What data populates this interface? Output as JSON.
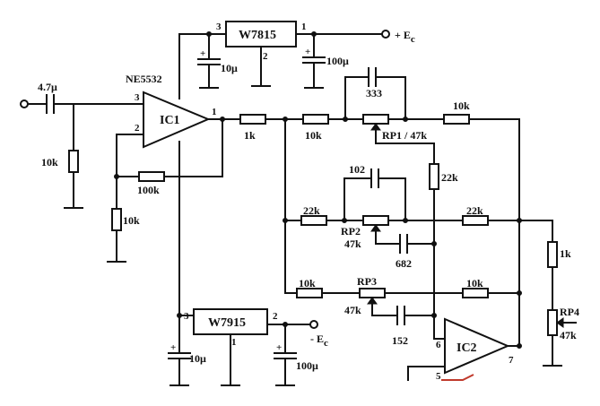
{
  "labels": {
    "chip": "NE5532",
    "ic1": "IC1",
    "ic2": "IC2",
    "reg_pos": "W7815",
    "reg_neg": "W7915",
    "ec_pos": "+ E",
    "ec_neg": "- E",
    "ec_sub": "c",
    "c_in": "4.7μ",
    "r_in_gnd": "10k",
    "r_fb": "100k",
    "r_gnd": "10k",
    "r_1k_out": "1k",
    "r_10k_top": "10k",
    "c_333": "333",
    "rp1": "RP1 / 47k",
    "r_10k_top_right": "10k",
    "r_22k_vert": "22k",
    "c_102": "102",
    "r_22k_mid_left": "22k",
    "rp2": "RP2",
    "rp2_val": "47k",
    "c_682": "682",
    "r_22k_mid_right": "22k",
    "r_1k_right": "1k",
    "r_10k_low_left": "10k",
    "rp3": "RP3",
    "rp3_val": "47k",
    "r_10k_low_right": "10k",
    "c_152": "152",
    "rp4": "RP4",
    "rp4_val": "47k",
    "c_10u_pos": "10μ",
    "c_100u_pos": "100μ",
    "c_10u_neg": "10μ",
    "c_100u_neg": "100μ"
  },
  "pins": {
    "ic1_in_plus": "3",
    "ic1_in_minus": "2",
    "ic1_out": "1",
    "reg_pos_in": "3",
    "reg_pos_out": "1",
    "reg_pos_gnd": "2",
    "reg_neg_in": "3",
    "reg_neg_out": "2",
    "reg_neg_gnd": "1",
    "ic2_in": "6",
    "ic2_in_plus": "5",
    "ic2_out": "7"
  },
  "polarity": {
    "plus": "+"
  },
  "colors": {
    "ink": "#111111",
    "marker": "#c0392b"
  }
}
